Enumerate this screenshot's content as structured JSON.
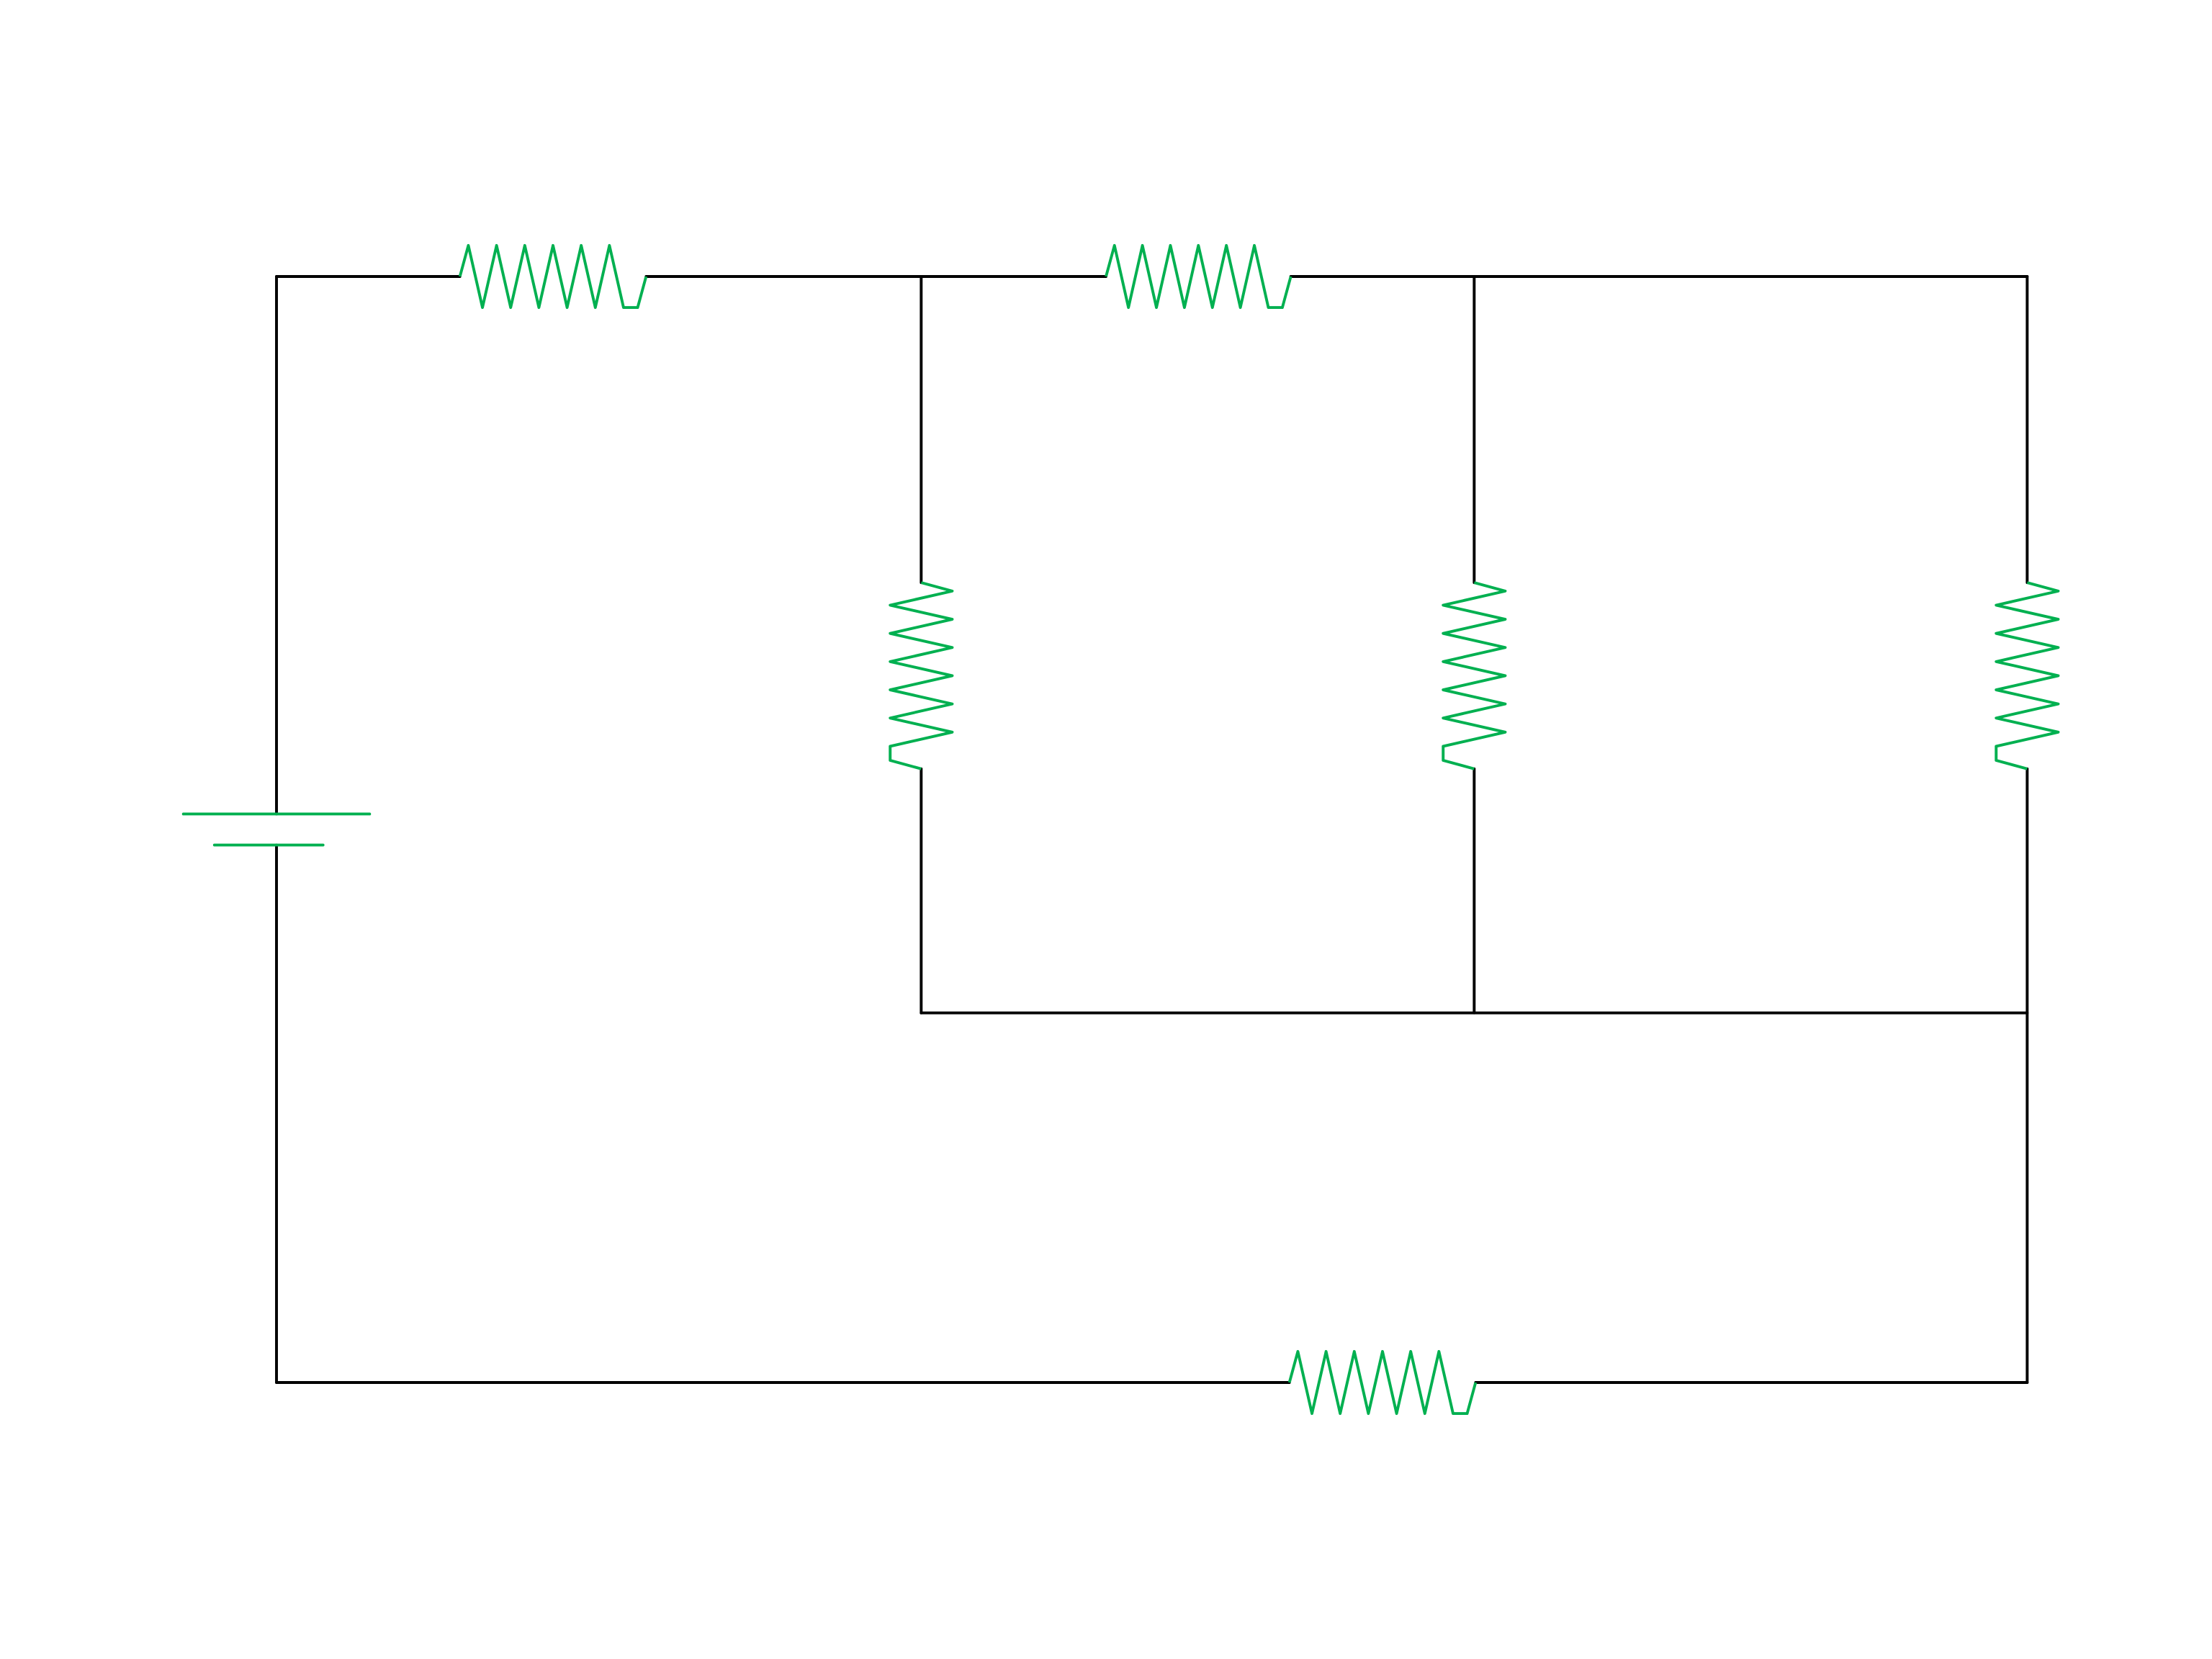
{
  "colors": {
    "wire": "#000000",
    "component": "#00b050",
    "background": "#ffffff"
  },
  "components": [
    {
      "id": "battery",
      "type": "battery"
    },
    {
      "id": "r-top-left",
      "type": "resistor"
    },
    {
      "id": "r-top-middle",
      "type": "resistor"
    },
    {
      "id": "r-vertical-left",
      "type": "resistor"
    },
    {
      "id": "r-vertical-middle",
      "type": "resistor"
    },
    {
      "id": "r-vertical-right",
      "type": "resistor"
    },
    {
      "id": "r-bottom",
      "type": "resistor"
    }
  ]
}
